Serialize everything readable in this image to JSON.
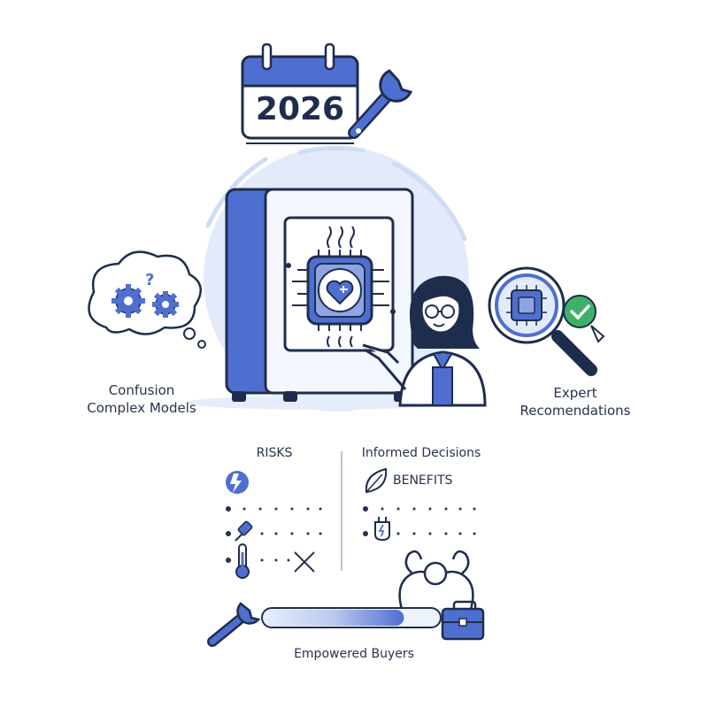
{
  "calendar": {
    "year": "2026"
  },
  "labels": {
    "confusion": "Confusion",
    "complex_models": "Complex Models",
    "expert": "Expert",
    "recommendations": "Recomendations",
    "risks": "RISKS",
    "informed_decisions": "Informed Decisions",
    "benefits": "BENEFITS",
    "empowered_buyers": "Empowered Buyers"
  },
  "progress": {
    "fill_fraction": 0.8
  },
  "colors": {
    "primary": "#4f6fd0",
    "primary_dark": "#1f2d4d",
    "light_blue": "#dfe7f7",
    "check_green": "#3fb068"
  },
  "icons": [
    "calendar-icon",
    "wrench-icon",
    "freezer-icon",
    "chip-heart-icon",
    "scientist-icon",
    "thought-gears-icon",
    "magnifier-chip-icon",
    "check-icon",
    "lightning-icon",
    "plug-icon",
    "thermometer-icon",
    "cross-icon",
    "leaf-icon",
    "battery-plug-icon",
    "strongman-icon",
    "briefcase-icon"
  ]
}
